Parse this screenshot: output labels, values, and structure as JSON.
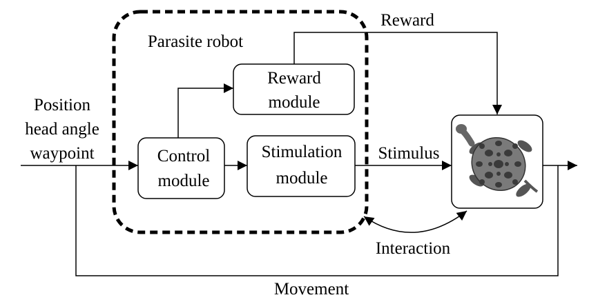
{
  "diagram": {
    "group_label": "Parasite robot",
    "inputs": {
      "line1": "Position",
      "line2": "head angle",
      "line3": "waypoint"
    },
    "control_module": {
      "line1": "Control",
      "line2": "module"
    },
    "stimulation_module": {
      "line1": "Stimulation",
      "line2": "module"
    },
    "reward_module": {
      "line1": "Reward",
      "line2": "module"
    },
    "reward_signal_label": "Reward",
    "stimulus_label": "Stimulus",
    "interaction_label": "Interaction",
    "movement_label": "Movement",
    "animal_icon": "turtle-icon",
    "colors": {
      "stroke": "#000000",
      "turtle_shell": "#7a7a7a",
      "turtle_plates": "#3a3a3a"
    }
  }
}
